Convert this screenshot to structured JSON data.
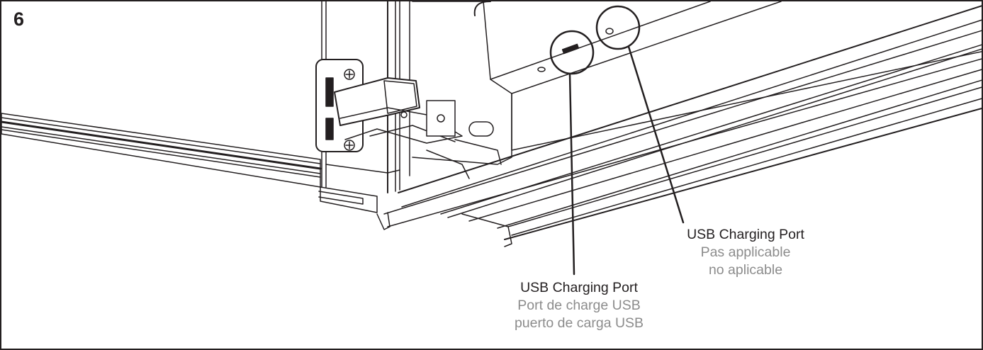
{
  "step": {
    "number": "6"
  },
  "callouts": [
    {
      "label": "USB Charging Port",
      "fr": "Port de charge USB",
      "es": "puerto de carga USB"
    },
    {
      "label": "USB Charging Port",
      "fr": "Pas applicable",
      "es": "no aplicable"
    }
  ],
  "colors": {
    "line": "#231f20",
    "translation": "#8c8c8c",
    "background": "#ffffff"
  }
}
